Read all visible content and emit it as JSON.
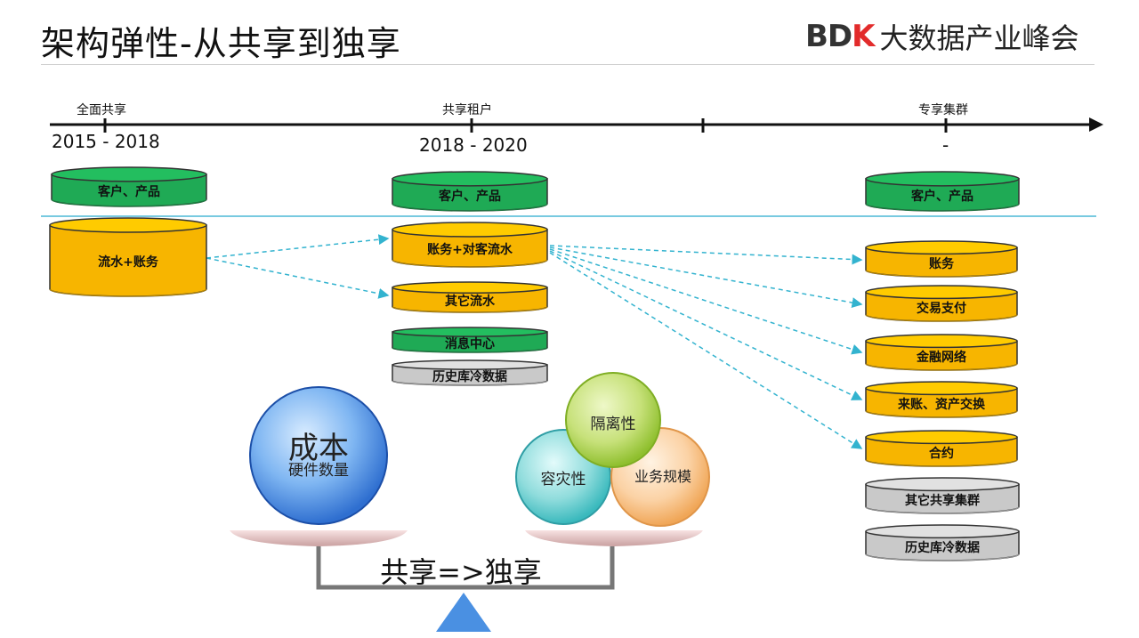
{
  "title": "架构弹性-从共享到独享",
  "logo": {
    "mark_a": "BD",
    "mark_b": "K",
    "text": "大数据产业峰会"
  },
  "timeline": {
    "stages": [
      {
        "label": "全面共享",
        "years": "2015 - 2018"
      },
      {
        "label": "共享租户",
        "years": "2018 - 2020"
      },
      {
        "label": "专享集群",
        "years": "-"
      }
    ]
  },
  "stage1": {
    "top": "客户、产品",
    "main": "流水+账务"
  },
  "stage2": {
    "top": "客户、产品",
    "items": [
      "账务+对客流水",
      "其它流水",
      "消息中心",
      "历史库冷数据"
    ]
  },
  "stage3": {
    "top": "客户、产品",
    "items": [
      "账务",
      "交易支付",
      "金融网络",
      "来账、资产交换",
      "合约",
      "其它共享集群",
      "历史库冷数据"
    ]
  },
  "balance": {
    "left_title": "成本",
    "left_sub": "硬件数量",
    "right_circles": [
      "隔离性",
      "容灾性",
      "业务规模"
    ],
    "beam_label": "共享=>独享"
  },
  "colors": {
    "green": "#1faa55",
    "orange": "#f7b500",
    "gray": "#c9c9c9",
    "arrow": "#33b3cf",
    "blue_circle": "#4a90e2"
  }
}
